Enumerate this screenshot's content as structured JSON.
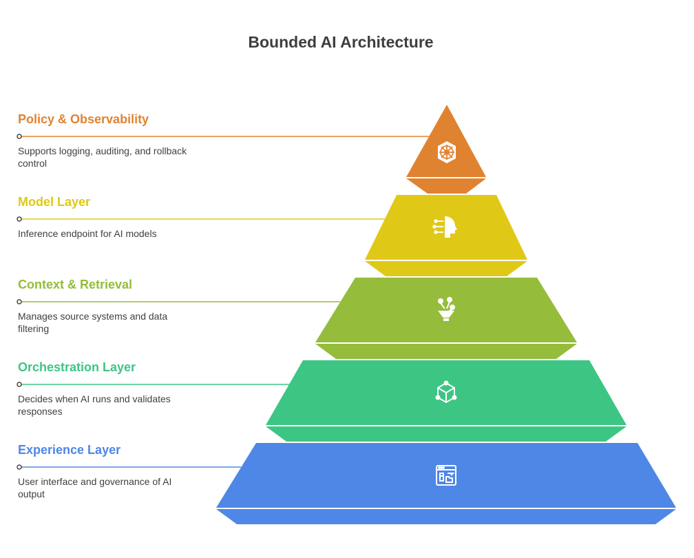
{
  "title": "Bounded AI Architecture",
  "layers": [
    {
      "label": "Policy & Observability",
      "description": "Supports logging, auditing, and rollback control",
      "color": "#E08331",
      "icon": "helm-wheel-icon"
    },
    {
      "label": "Model Layer",
      "description": "Inference endpoint for AI models",
      "color": "#DFC916",
      "icon": "ai-head-icon"
    },
    {
      "label": "Context & Retrieval",
      "description": "Manages source systems and data filtering",
      "color": "#95BC3B",
      "icon": "funnel-filter-icon"
    },
    {
      "label": "Orchestration Layer",
      "description": "Decides when AI runs and validates responses",
      "color": "#3DC584",
      "icon": "network-cube-icon"
    },
    {
      "label": "Experience Layer",
      "description": "User interface and governance of AI output",
      "color": "#4E87E6",
      "icon": "browser-window-icon"
    }
  ]
}
